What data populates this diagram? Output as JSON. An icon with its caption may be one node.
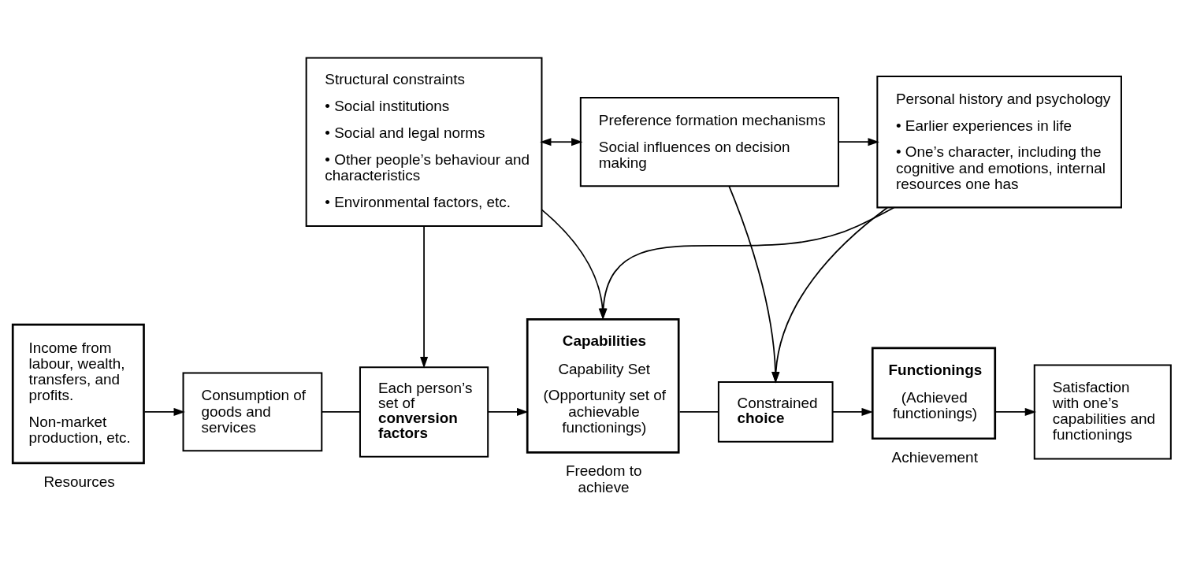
{
  "diagram": {
    "nodes": [
      {
        "text": [
          "Structural constraints",
          "• Social institutions",
          "• Social and legal norms",
          "• Other people’s behaviour and characteristics",
          "• Environmental factors, etc."
        ]
      },
      {
        "text": [
          "Preference formation mechanisms",
          "Social influences on decision making"
        ]
      },
      {
        "text": [
          "Personal history and psychology",
          "• Earlier experiences in life",
          "• One’s character, including the cognitive and emotions, internal resources one has"
        ]
      },
      {
        "text": [
          "Income from labour, wealth, transfers, and profits.",
          "Non-market production, etc."
        ],
        "beside": [
          "Resources"
        ]
      },
      {
        "text": [
          "Consumption of goods and services"
        ]
      },
      {
        "text": [
          "Each person’s set of **conversion factors**"
        ]
      },
      {
        "text": [
          "**Capabilities**",
          "Capability Set",
          "(Opportunity set of achievable functionings)"
        ],
        "beside": [
          "Freedom to achieve"
        ]
      },
      {
        "text": [
          "Constrained **choice**"
        ]
      },
      {
        "text": [
          "**Functionings**",
          "(Achieved functionings)"
        ],
        "beside": [
          "Achievement"
        ]
      },
      {
        "text": [
          "Satisfaction with one’s capabilities and functionings"
        ]
      }
    ],
    "edges": [
      {
        "from": 0,
        "to": 1,
        "arrow": "both"
      },
      {
        "from": 1,
        "to": 2,
        "arrow": "to"
      },
      {
        "from": 0,
        "to": 5,
        "arrow": "to"
      },
      {
        "from": 0,
        "to": 6,
        "arrow": "to"
      },
      {
        "from": 1,
        "to": 7,
        "arrow": "to"
      },
      {
        "from": 2,
        "to": 6,
        "arrow": "to"
      },
      {
        "from": 2,
        "to": 7,
        "arrow": "to"
      },
      {
        "from": 3,
        "to": 4,
        "arrow": "to"
      },
      {
        "from": 4,
        "to": 5,
        "arrow": "none"
      },
      {
        "from": 5,
        "to": 6,
        "arrow": "to"
      },
      {
        "from": 6,
        "to": 7,
        "arrow": "none"
      },
      {
        "from": 7,
        "to": 8,
        "arrow": "to"
      },
      {
        "from": 8,
        "to": 9,
        "arrow": "to"
      }
    ]
  }
}
